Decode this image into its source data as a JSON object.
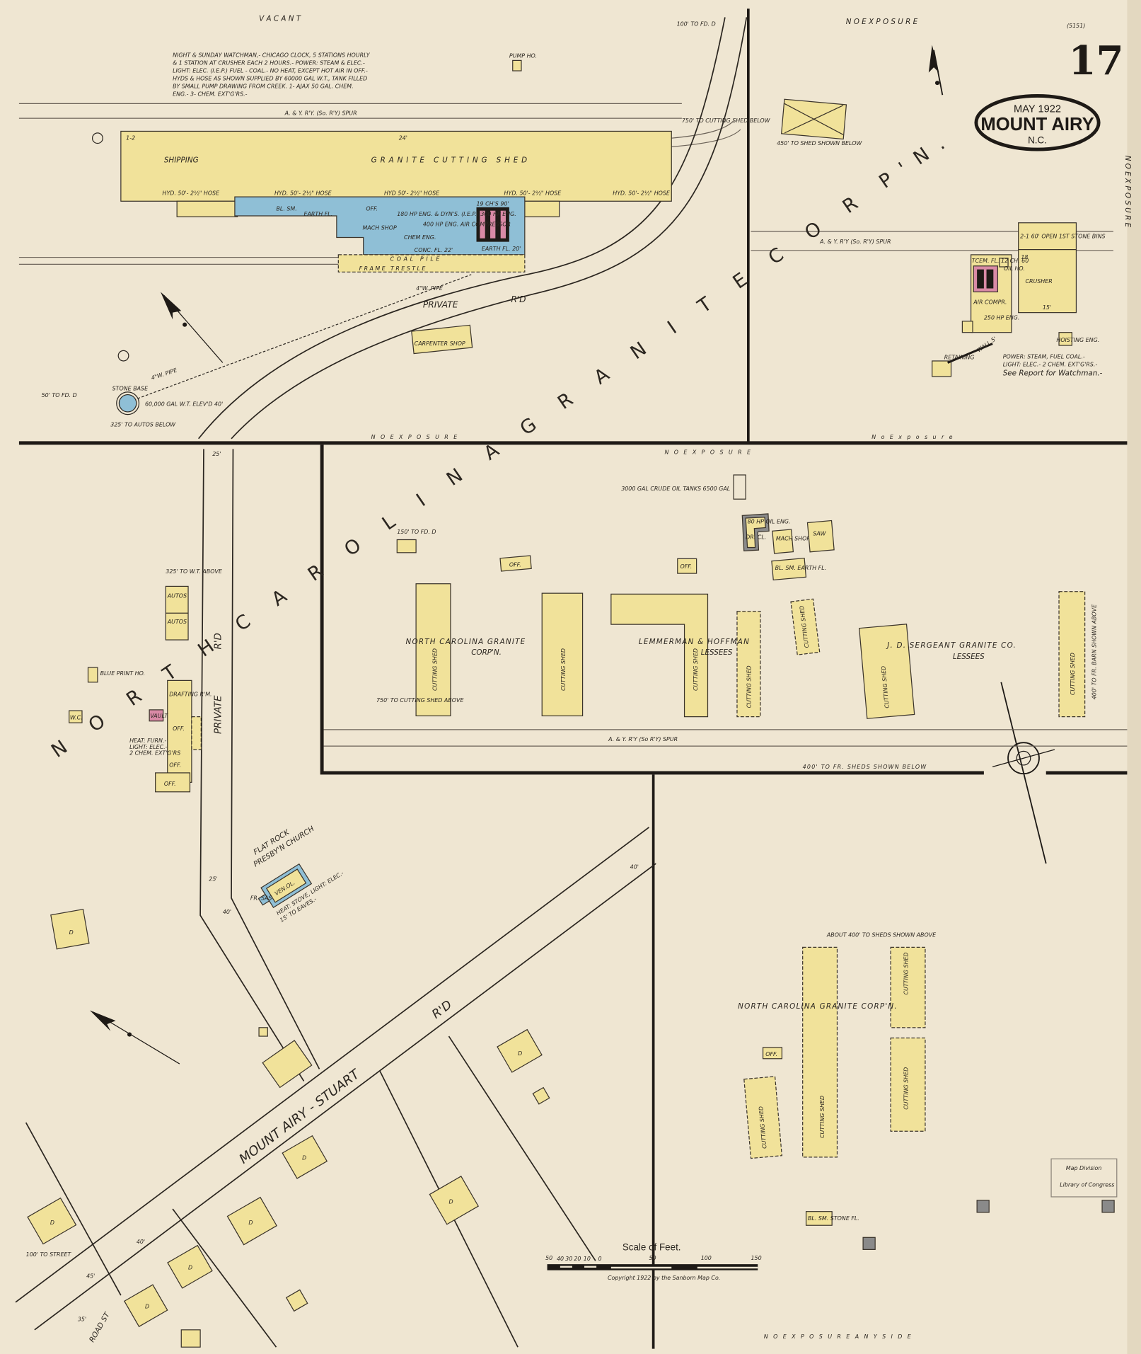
{
  "sheet": {
    "page_number": "17",
    "code": "(5151)",
    "title_month": "MAY 1922",
    "title_city": "MOUNT AIRY",
    "title_state": "N.C."
  },
  "colors": {
    "paper": "#efe6d2",
    "frame_building": "#f1e29a",
    "brick_building": "#d98aa6",
    "stone_building": "#8fbfd6",
    "ink": "#2b2620"
  },
  "notes": {
    "watchman": [
      "NIGHT & SUNDAY WATCHMAN,- CHICAGO CLOCK, 5 STATIONS HOURLY",
      "& 1 STATION AT CRUSHER EACH 2 HOURS.- POWER: STEAM & ELEC.-",
      "LIGHT: ELEC. (I.E.P.) FUEL - COAL.- NO HEAT, EXCEPT HOT AIR IN OFF.-",
      "HYDS & HOSE AS SHOWN SUPPLIED BY 60000 GAL W.T., TANK FILLED",
      "BY SMALL PUMP DRAWING FROM CREEK. 1- AJAX 50 GAL. CHEM.",
      "ENG.- 3- CHEM. EXT'G'RS.-"
    ],
    "crusher_power": [
      "POWER: STEAM, FUEL COAL.-",
      "LIGHT: ELEC.- 2 CHEM. EXT'G'RS.-",
      "See Report for Watchman.-"
    ],
    "office_heat": [
      "HEAT: FURN.-",
      "LIGHT: ELEC.-",
      "2 CHEM. EXT'G'RS"
    ],
    "church_heat": [
      "HEAT: STOVE, LIGHT: ELEC.-",
      "15' TO EAVES.-"
    ]
  },
  "exposure": {
    "top_left": "V A C A N T",
    "top_right": "N O   E X P O S U R E",
    "right_side": "N O   E X P O S U R E",
    "mid_left": "N O   E X P O S U R E",
    "mid_center": "N O   E X P O S U R E",
    "mid_right": "N o   E x p o s u r e",
    "bottom": "N O   E X P O S U R E   A N Y   S I D E"
  },
  "streets": {
    "private_rd_top": "PRIVATE",
    "private_rd_top_suffix": "R'D",
    "private_rd_vertical": "PRIVATE",
    "private_rd_vertical_suffix": "R'D",
    "mount_airy_stuart": "MOUNT AIRY - STUART",
    "mount_airy_stuart_suffix": "R'D",
    "road_st": "ROAD ST",
    "rail_top": "A. & Y. R'Y. (So. R'Y) SPUR",
    "rail_right": "A. & Y. R'Y (So. R'Y) SPUR",
    "rail_mid": "A. & Y. R'Y (So R'Y) SPUR",
    "pipe_1": "4\"W. PIPE",
    "pipe_2": "4\"W. PIPE",
    "width_25a": "25'",
    "width_25b": "25'",
    "width_40a": "40'",
    "width_40b": "40'",
    "width_40c": "40'",
    "width_45": "45'",
    "width_35": "35'"
  },
  "owners": {
    "nc_granite_big": "N O R T H   C A R O L I N A   G R A N I T E   C O R P'N.",
    "ncg_mid": [
      "NORTH CAROLINA GRANITE",
      "CORP'N."
    ],
    "lemmerman": [
      "LEMMERMAN & HOFFMAN",
      "LESSEES"
    ],
    "sergeant": [
      "J. D. SERGEANT GRANITE CO.",
      "LESSEES"
    ],
    "ncg_bottom": "NORTH CAROLINA GRANITE CORP'N."
  },
  "buildings": {
    "main_shed": {
      "stories": "1-2",
      "height": "24'",
      "shipping": "SHIPPING",
      "name": "GRANITE  CUTTING  SHED",
      "hydrants": [
        "HYD. 50'- 2½\" HOSE",
        "HYD. 50'- 2½\" HOSE",
        "HYD 50'- 2½\" HOSE",
        "HYD. 50'- 2½\" HOSE",
        "HYD. 50'- 2½\" HOSE"
      ],
      "bl_sm": "BL. SM.",
      "earth_fl": "EARTH FL.",
      "off": "OFF.",
      "mach_shop": "MACH SHOP",
      "engines": "180 HP ENG. & DYN'S. (I.E.P.) 300 HP ENG.",
      "air_comp": "400 HP ENG. AIR COMPRESSOR",
      "chem_eng": "CHEM ENG.",
      "conc_fl": "CONC. FL. 22'",
      "boilers": "19 CH'S 90'",
      "earth_fl_2": "EARTH FL. 20'",
      "coal_pile": "COAL PILE",
      "frame_trestle": "FRAME TRESTLE"
    },
    "pump_ho": "PUMP HO.",
    "carpenter_shop": "CARPENTER SHOP",
    "tank": "60,000 GAL W.T. ELEV'D 40'",
    "stone_base": "STONE BASE",
    "tank_note": "325' TO AUTOS BELOW",
    "fd_note_left": "50' TO FD. D",
    "fd_note_top": "100' TO FD. D",
    "cutting_shed_below": "750' TO CUTTING SHED BELOW",
    "shed_shown_below": "450' TO SHED SHOWN BELOW",
    "crusher": {
      "bins": "2-1 60' OPEN 1ST STONE BINS",
      "stories": "18",
      "name": "CRUSHER",
      "height": "15'",
      "boiler_room": "TCEM. FL. 12 CH. 60",
      "air_compr": "AIR COMPR.",
      "engine": "250 HP ENG.",
      "oil_ho": "OIL HO.",
      "hoisting": "HOISTING ENG.",
      "retaining": "RETAINING",
      "wall": "WALL 5'"
    },
    "autos": [
      "AUTOS",
      "AUTOS"
    ],
    "autos_note": "325' TO W.T. ABOVE",
    "blue_print": "BLUE PRINT HO.",
    "wc": "W.C.",
    "vault": "VAULT",
    "drafting": "DRAFTING R'M.",
    "offices": [
      "OFF.",
      "OFF.",
      "OFF."
    ],
    "cutting_shed": "CUTTING SHED",
    "off_small": "OFF.",
    "fd_note_mid": "150' TO FD. D",
    "shed_above_note": "750' TO CUTTING SHED ABOVE",
    "oil_tanks": "3000 GAL CRUDE OIL TANKS 6500 GAL",
    "oil_eng": "80 HP OIL ENG.",
    "dr_cl": "DR. CL.",
    "mach_shop_2": "MACH SHOP",
    "saw": "SAW",
    "bl_sm_2": "BL. SM. EARTH FL.",
    "barn_note": "400' TO FR. BARN SHOWN ABOVE",
    "sheds_below_note": "400' TO FR. SHEDS SHOWN BELOW",
    "sheds_above_note": "ABOUT 400' TO SHEDS SHOWN ABOVE",
    "church": [
      "FLAT ROCK",
      "PRESBY'N CHURCH"
    ],
    "church_vent": "VEN.OL.",
    "church_fr": "FR. SAS",
    "dwelling": "D",
    "bl_sm_stone": "BL. SM. STONE FL.",
    "to_street": "100' TO STREET"
  },
  "scale": {
    "title": "Scale of Feet.",
    "ticks": [
      "50",
      "40",
      "30",
      "20",
      "10",
      "0",
      "50",
      "100",
      "150"
    ],
    "copyright": "Copyright 1922 by the Sanborn Map Co."
  },
  "stamp": {
    "line1": "Map Division",
    "line2": "Library of Congress"
  }
}
